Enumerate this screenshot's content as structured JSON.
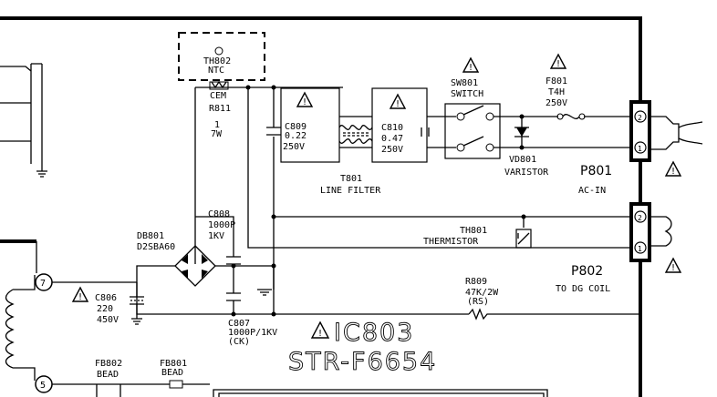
{
  "components": {
    "th802": {
      "ref": "TH802",
      "type": "NTC"
    },
    "r811": {
      "cem": "CEM",
      "ref": "R811",
      "value1": "1",
      "value2": "7W"
    },
    "c809": {
      "ref": "C809",
      "value1": "0.22",
      "value2": "250V"
    },
    "c810": {
      "ref": "C810",
      "value1": "0.47",
      "value2": "250V"
    },
    "t801": {
      "ref": "T801",
      "name": "LINE FILTER"
    },
    "sw801": {
      "ref": "SW801",
      "name": "SWITCH"
    },
    "f801": {
      "ref": "F801",
      "value1": "T4H",
      "value2": "250V"
    },
    "vd801": {
      "ref": "VD801",
      "name": "VARISTOR"
    },
    "p801": {
      "ref": "P801",
      "name": "AC-IN"
    },
    "c808": {
      "ref": "C808",
      "value1": "1000P",
      "value2": "1KV"
    },
    "db801": {
      "ref": "DB801",
      "part": "D2SBA60"
    },
    "th801": {
      "ref": "TH801",
      "name": "THERMISTOR"
    },
    "p802": {
      "ref": "P802",
      "name": "TO DG COIL"
    },
    "r809": {
      "ref": "R809",
      "value1": "47K/2W",
      "value2": "(RS)"
    },
    "c806": {
      "ref": "C806",
      "value1": "220",
      "value2": "450V"
    },
    "c807": {
      "ref": "C807",
      "value1": "1000P/1KV",
      "value2": "(CK)"
    },
    "ic803": {
      "ref": "IC803",
      "part": "STR-F6654"
    },
    "fb802": {
      "ref": "FB802",
      "name": "BEAD"
    },
    "fb801": {
      "ref": "FB801",
      "name": "BEAD"
    }
  },
  "pins": {
    "p801_top": "2",
    "p801_bottom": "1",
    "p802_top": "2",
    "p802_bottom": "1",
    "node7": "7",
    "node5": "5"
  },
  "warning_symbol": "!"
}
